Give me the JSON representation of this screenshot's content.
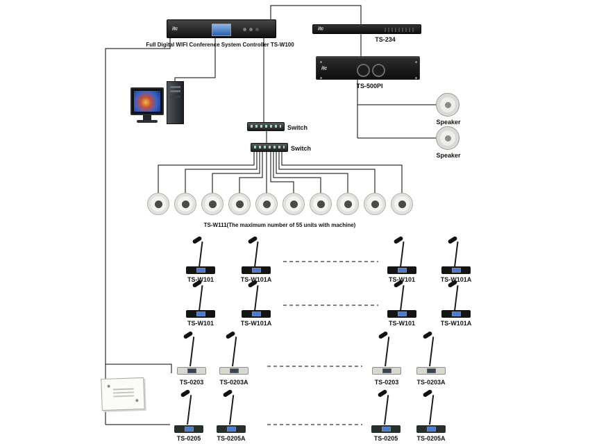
{
  "brand": "itc",
  "controller": {
    "label": "Full Digital WIFI Conference System Controller TS-W100"
  },
  "ts234": {
    "label": "TS-234"
  },
  "ts500pi": {
    "label": "TS-500PI"
  },
  "speakers": [
    {
      "label": "Speaker"
    },
    {
      "label": "Speaker"
    }
  ],
  "switches": [
    {
      "label": "Switch"
    },
    {
      "label": "Switch"
    }
  ],
  "ceiling": {
    "caption": "TS-W111(The maximum number of 55 units with machine)",
    "unit_count": 10
  },
  "mic_rows": [
    {
      "labels": [
        "TS-W101",
        "TS-W101A",
        "TS-W101",
        "TS-W101A"
      ]
    },
    {
      "labels": [
        "TS-W101",
        "TS-W101A",
        "TS-W101",
        "TS-W101A"
      ]
    },
    {
      "labels": [
        "TS-0203",
        "TS-0203A",
        "TS-0203",
        "TS-0203A"
      ]
    },
    {
      "labels": [
        "TS-0205",
        "TS-0205A",
        "TS-0205",
        "TS-0205A"
      ]
    }
  ],
  "colors": {
    "wire": "#000000",
    "screen_blue": "#4a79d8",
    "device_black": "#141414"
  }
}
